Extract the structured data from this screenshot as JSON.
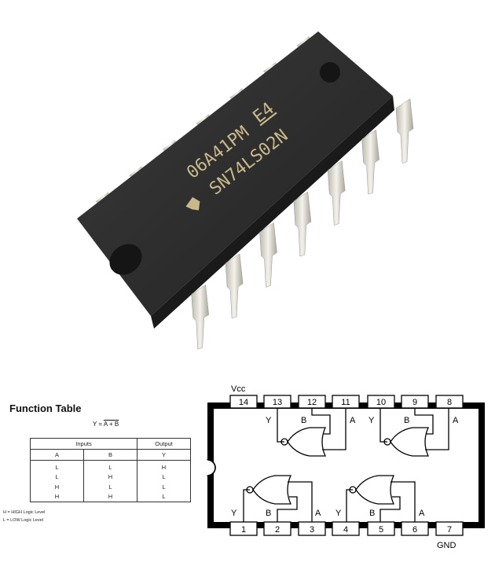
{
  "chip": {
    "marking_line1": "06A41PM",
    "marking_code": "E4",
    "marking_line2": "SN74LS02N",
    "logo": "TI"
  },
  "function_table": {
    "title": "Function Table",
    "formula_lhs": "Y = ",
    "formula_rhs": "A + B",
    "group_headers": [
      "Inputs",
      "Output"
    ],
    "columns": [
      "A",
      "B",
      "Y"
    ],
    "rows": [
      [
        "L",
        "L",
        "H"
      ],
      [
        "L",
        "H",
        "L"
      ],
      [
        "H",
        "L",
        "L"
      ],
      [
        "H",
        "H",
        "L"
      ]
    ],
    "notes": [
      "H = HIGH Logic Level",
      "L = LOW Logic Level"
    ]
  },
  "pinout": {
    "vcc_label": "Vcc",
    "gnd_label": "GND",
    "top_pins": [
      "14",
      "13",
      "12",
      "11",
      "10",
      "9",
      "8"
    ],
    "bottom_pins": [
      "1",
      "2",
      "3",
      "4",
      "5",
      "6",
      "7"
    ],
    "gate_labels": {
      "y": "Y",
      "a": "A",
      "b": "B"
    }
  }
}
